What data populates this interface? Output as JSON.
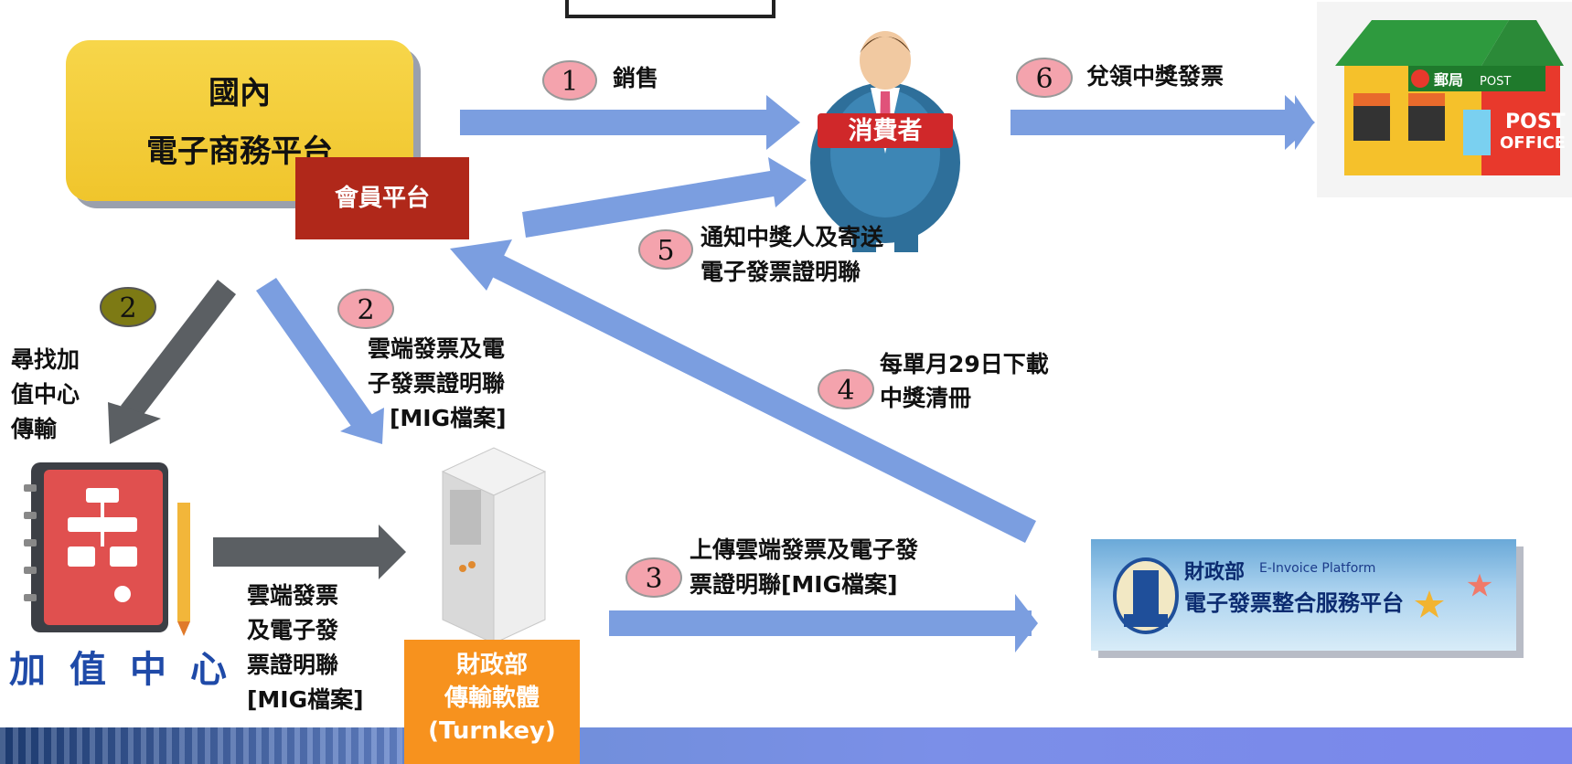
{
  "domestic_platform": {
    "line1": "國內",
    "line2": "電子商務平台"
  },
  "member_platform": "會員平台",
  "consumer_badge": "消費者",
  "post_office": {
    "brand": "郵局",
    "sign_small": "POST",
    "sign_big1": "POST",
    "sign_big2": "OFFICE"
  },
  "vac_label": "加值中心",
  "turnkey": {
    "line1": "財政部",
    "line2": "傳輸軟體",
    "line3": "(Turnkey)"
  },
  "einvoice_platform": {
    "title": "財政部",
    "english": "E-Invoice Platform",
    "subtitle": "電子發票整合服務平台"
  },
  "steps": [
    {
      "number": "1",
      "label": "銷售"
    },
    {
      "number": "6",
      "label": "兌領中獎發票"
    },
    {
      "number": "5",
      "label_line1": "通知中獎人及寄送",
      "label_line2": "電子發票證明聯"
    },
    {
      "number": "2",
      "label": "尋找加值中心傳輸",
      "label_lines": [
        "尋找加",
        "值中心",
        "傳輸"
      ]
    },
    {
      "number": "2",
      "label_lines": [
        "雲端發票及電",
        "子發票證明聯",
        "[MIG檔案]"
      ]
    },
    {
      "number": "4",
      "label_line1": "每單月29日下載",
      "label_line2": "中獎清冊"
    },
    {
      "number": "3",
      "label_line1": "上傳雲端發票及電子發",
      "label_line2": "票證明聯[MIG檔案]"
    }
  ],
  "vac_to_turnkey_label": [
    "雲端發票",
    "及電子發",
    "票證明聯",
    "[MIG檔案]"
  ],
  "colors": {
    "arrow_blue": "#7b9ee0",
    "arrow_gray": "#5b5f63",
    "step_circle": "#f4a3ad",
    "step_circle_dark": "#7d7a14",
    "member_red": "#b0281a",
    "turnkey_orange": "#f7921e",
    "domestic_yellow": "#f3cc35"
  }
}
